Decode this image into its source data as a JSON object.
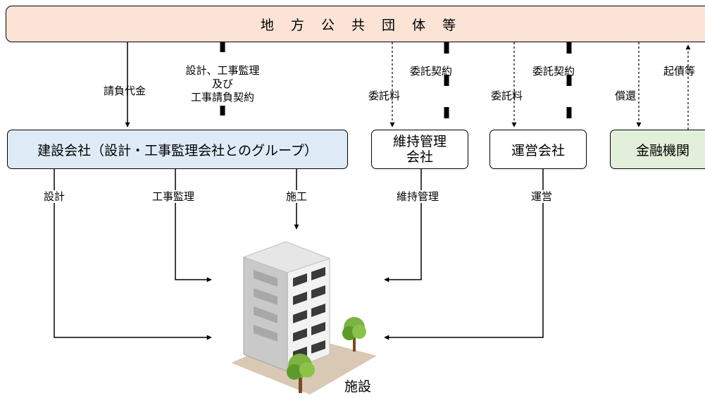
{
  "top_entity": "地 方 公 共 団 体 等",
  "boxes": {
    "construction": "建設会社（設計・工事監理会社とのグループ）",
    "maintenance": "維持管理\n会社",
    "operations": "運営会社",
    "financial": "金融機関"
  },
  "flows": {
    "contract_payment": "請負代金",
    "design_contract": "設計、工事監理\n及び\n工事請負契約",
    "maint_fee": "委託料",
    "maint_contract": "委託契約",
    "ops_fee": "委託料",
    "ops_contract": "委託契約",
    "repayment": "償還",
    "bond_issue": "起債等",
    "design": "設計",
    "supervision": "工事監理",
    "construction_work": "施工",
    "maintenance_work": "維持管理",
    "operation_work": "運営"
  },
  "facility": "施設",
  "colors": {
    "top_fill": "#fbe3d6",
    "construction_fill": "#deebf7",
    "financial_fill": "#e2efda",
    "maintenance_fill": "#ffffff",
    "operations_fill": "#ffffff"
  }
}
